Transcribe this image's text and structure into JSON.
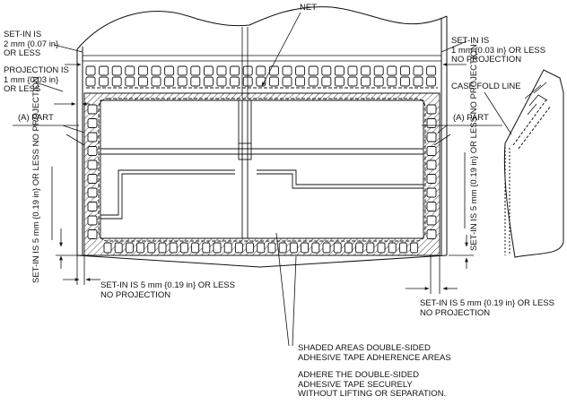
{
  "labels": {
    "net": "NET",
    "setin_top_left": "SET-IN IS\n2 mm {0.07 in}\nOR LESS",
    "projection_left": "PROJECTION IS\n1 mm {0.03 in}\nOR LESS",
    "setin_top_right": "SET-IN IS\n1 mm {0.03 in} OR LESS\nNO PROJECTION",
    "case_fold_line": "CASE FOLD LINE",
    "a_part_left": "(A) PART",
    "a_part_right": "(A) PART",
    "setin_left_vertical": "SET-IN IS 5 mm {0.19 in} OR LESS\nNO PROJECTION",
    "setin_right_vertical": "SET-IN IS\n5 mm {0.19 in} OR LESS\nNO PROJECTION",
    "setin_bottom_center": "SET-IN IS 5 mm {0.19 in} OR LESS\nNO PROJECTION",
    "setin_bottom_right": "SET-IN IS 5 mm {0.19 in} OR LESS\nNO PROJECTION",
    "shaded_areas": "SHADED AREAS DOUBLE-SIDED\nADHESIVE TAPE ADHERENCE AREAS",
    "adhere_instruction": "ADHERE THE DOUBLE-SIDED\nADHESIVE TAPE SECURELY\nWITHOUT LIFTING OR SEPARATION."
  },
  "colors": {
    "line": "#111111",
    "background": "#ffffff"
  }
}
